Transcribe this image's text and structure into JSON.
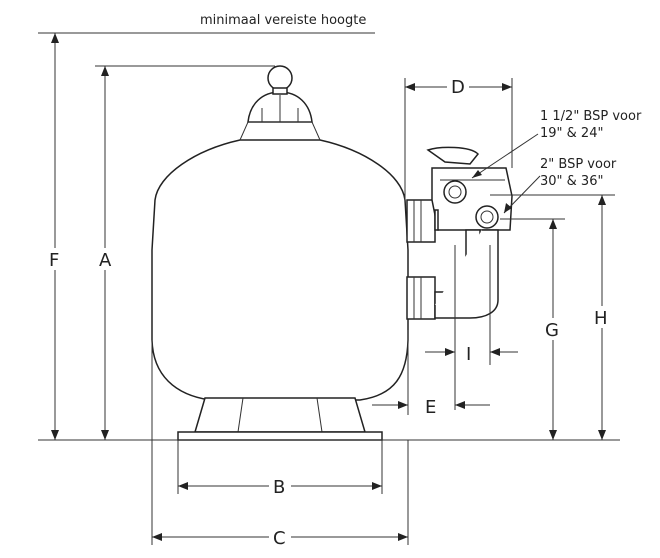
{
  "header_note": "minimaal vereiste hoogte",
  "port_notes": {
    "line1a": "1 1/2\" BSP voor",
    "line1b": "19\" & 24\"",
    "line2a": "2\" BSP voor",
    "line2b": "30\" & 36\""
  },
  "dimensions": {
    "A": "A",
    "B": "B",
    "C": "C",
    "D": "D",
    "E": "E",
    "F": "F",
    "G": "G",
    "H": "H",
    "I": "I"
  },
  "colors": {
    "stroke": "#222222",
    "shade": "#bbbbbb",
    "background": "#ffffff"
  }
}
